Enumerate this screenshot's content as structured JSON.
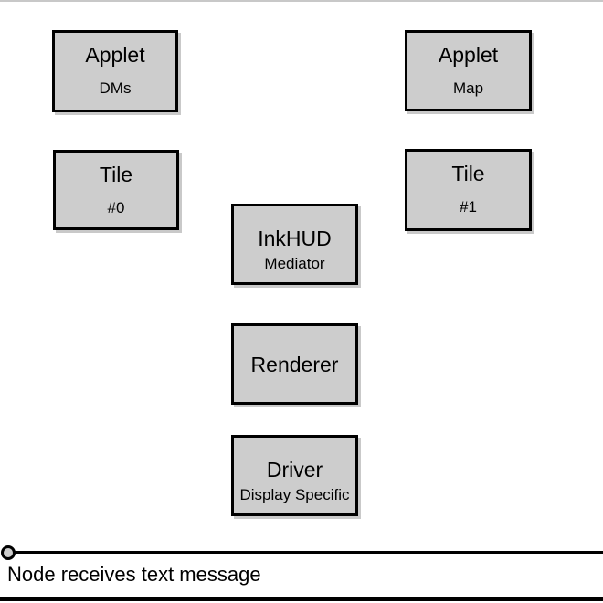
{
  "diagram": {
    "boxes": [
      {
        "id": "applet-dms",
        "title": "Applet",
        "subtitle": "DMs"
      },
      {
        "id": "applet-map",
        "title": "Applet",
        "subtitle": "Map"
      },
      {
        "id": "tile-0",
        "title": "Tile",
        "subtitle": "#0"
      },
      {
        "id": "tile-1",
        "title": "Tile",
        "subtitle": "#1"
      },
      {
        "id": "inkhud",
        "title": "InkHUD",
        "subtitle": "Mediator"
      },
      {
        "id": "renderer",
        "title": "Renderer",
        "subtitle": ""
      },
      {
        "id": "driver",
        "title": "Driver",
        "subtitle": "Display Specific"
      }
    ],
    "timeline": {
      "event_label": "Node receives text message"
    },
    "colors": {
      "box_fill": "#cdcdcd",
      "box_border": "#000000",
      "box_shadow": "#c9c9c9",
      "timeline_line": "#000000",
      "top_rule": "#c8c8c8",
      "bottom_rule": "#000000"
    }
  }
}
